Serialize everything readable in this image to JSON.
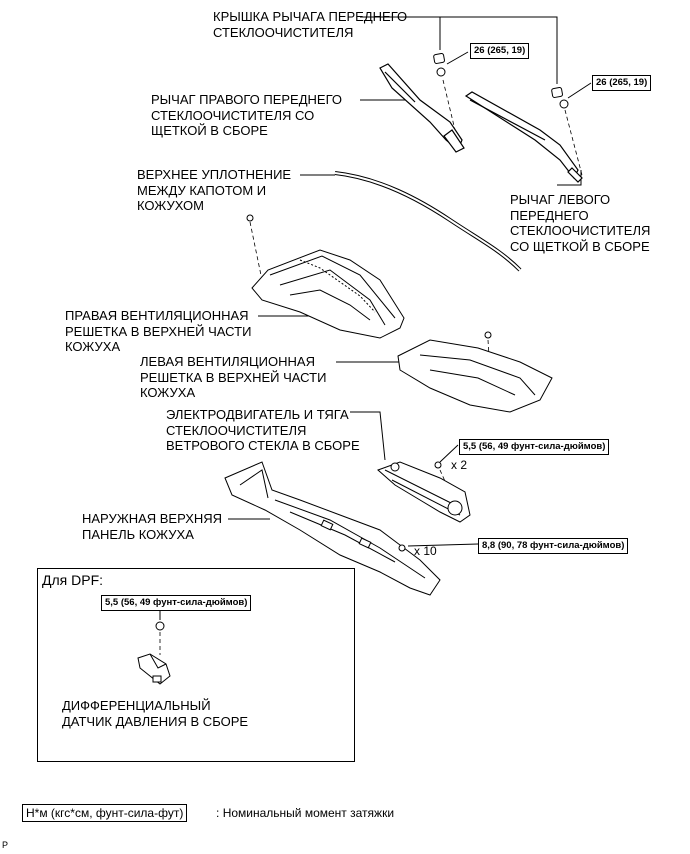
{
  "labels": {
    "cap": "КРЫШКА РЫЧАГА ПЕРЕДНЕГО\nСТЕКЛООЧИСТИТЕЛЯ",
    "right_arm": "РЫЧАГ ПРАВОГО ПЕРЕДНЕГО\nСТЕКЛООЧИСТИТЕЛЯ СО\nЩЕТКОЙ В СБОРЕ",
    "seal": "ВЕРХНЕЕ УПЛОТНЕНИЕ\nМЕЖДУ КАПОТОМ И\nКОЖУХОМ",
    "left_arm": "РЫЧАГ ЛЕВОГО\nПЕРЕДНЕГО\nСТЕКЛООЧИСТИТЕЛЯ\nСО ЩЕТКОЙ В СБОРЕ",
    "right_louver": "ПРАВАЯ ВЕНТИЛЯЦИОННАЯ\nРЕШЕТКА В ВЕРХНЕЙ ЧАСТИ\nКОЖУХА",
    "left_louver": "ЛЕВАЯ ВЕНТИЛЯЦИОННАЯ\nРЕШЕТКА В ВЕРХНЕЙ ЧАСТИ\nКОЖУХА",
    "motor_link": "ЭЛЕКТРОДВИГАТЕЛЬ И ТЯГА\nСТЕКЛООЧИСТИТЕЛЯ\nВЕТРОВОГО СТЕКЛА В СБОРЕ",
    "outer_panel": "НАРУЖНАЯ ВЕРХНЯЯ\nПАНЕЛЬ КОЖУХА",
    "dpf_sensor": "ДИФФЕРЕНЦИАЛЬНЫЙ\nДАТЧИК ДАВЛЕНИЯ В СБОРЕ"
  },
  "torques": {
    "right_nut": "26 (265, 19)",
    "left_nut": "26 (265, 19)",
    "motor_bolt": "5,5 (56, 49 фунт-сила-дюймов)",
    "panel_bolt": "8,8 (90, 78 фунт-сила-дюймов)",
    "dpf_bolt": "5,5 (56, 49 фунт-сила-дюймов)"
  },
  "multipliers": {
    "motor": "x 2",
    "panel": "x 10"
  },
  "dpf": {
    "title": "Для DPF:"
  },
  "legend": {
    "unit": "Н*м (кгс*см, фунт-сила-фут)",
    "suffix": ":",
    "description": "Номинальный момент затяжки"
  },
  "corner_mark": "P"
}
